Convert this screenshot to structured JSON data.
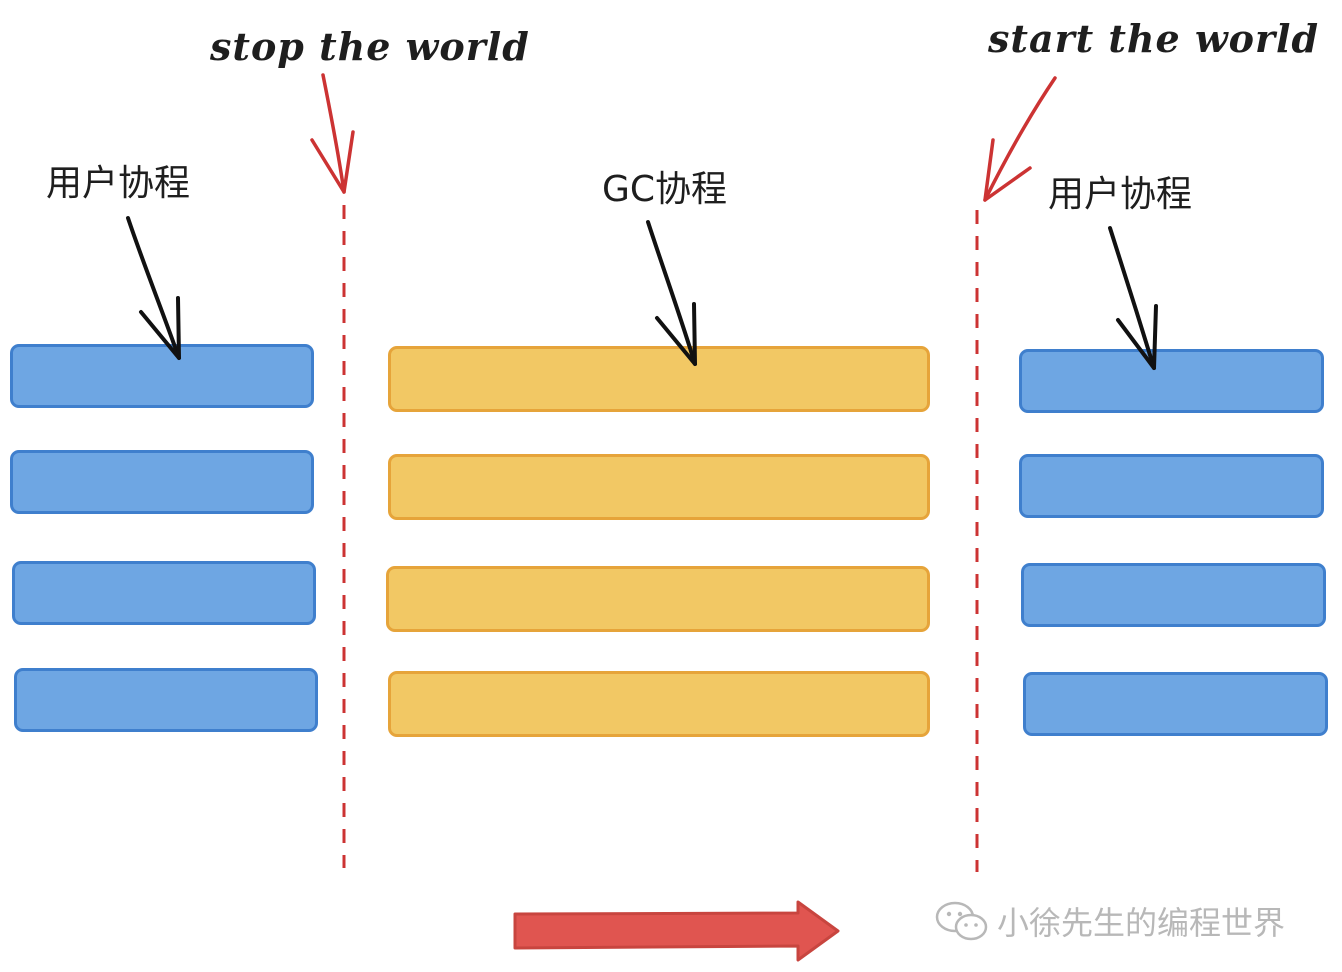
{
  "labels": {
    "stop": "stop the world",
    "start": "start the world",
    "user_left": "用户协程",
    "gc": "GC协程",
    "user_right": "用户协程"
  },
  "watermark": {
    "text": "小徐先生的编程世界",
    "icon": "wechat-icon"
  },
  "colors": {
    "user_fill": "#6ea6e3",
    "user_stroke": "#3f7fcd",
    "gc_fill": "#f2c864",
    "gc_stroke": "#e6a43a",
    "divider": "#cc3333",
    "arrow_red": "#e05550",
    "pointer": "#111111"
  }
}
